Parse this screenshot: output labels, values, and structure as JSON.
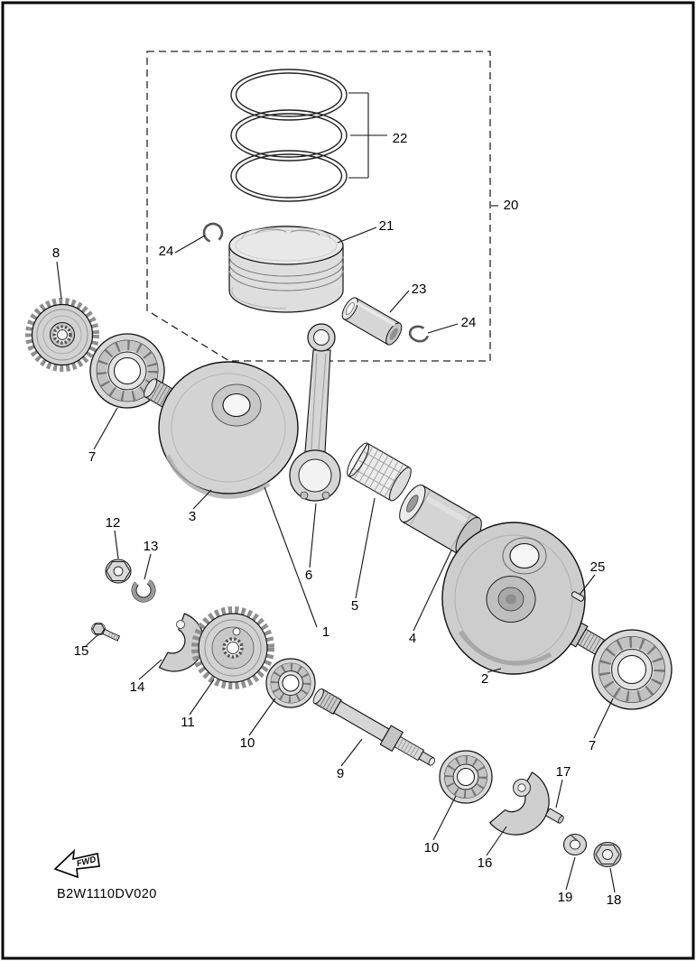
{
  "diagram": {
    "code": "B2W1110DV020",
    "fwd_marker": "FWD",
    "labels": [
      {
        "text": "22"
      },
      {
        "text": "20"
      },
      {
        "text": "21"
      },
      {
        "text": "24"
      },
      {
        "text": "8"
      },
      {
        "text": "23"
      },
      {
        "text": "24"
      },
      {
        "text": "7"
      },
      {
        "text": "3"
      },
      {
        "text": "12"
      },
      {
        "text": "13"
      },
      {
        "text": "6"
      },
      {
        "text": "25"
      },
      {
        "text": "5"
      },
      {
        "text": "1"
      },
      {
        "text": "4"
      },
      {
        "text": "15"
      },
      {
        "text": "2"
      },
      {
        "text": "14"
      },
      {
        "text": "11"
      },
      {
        "text": "10"
      },
      {
        "text": "7"
      },
      {
        "text": "9"
      },
      {
        "text": "17"
      },
      {
        "text": "10"
      },
      {
        "text": "16"
      },
      {
        "text": "19"
      },
      {
        "text": "18"
      }
    ]
  }
}
